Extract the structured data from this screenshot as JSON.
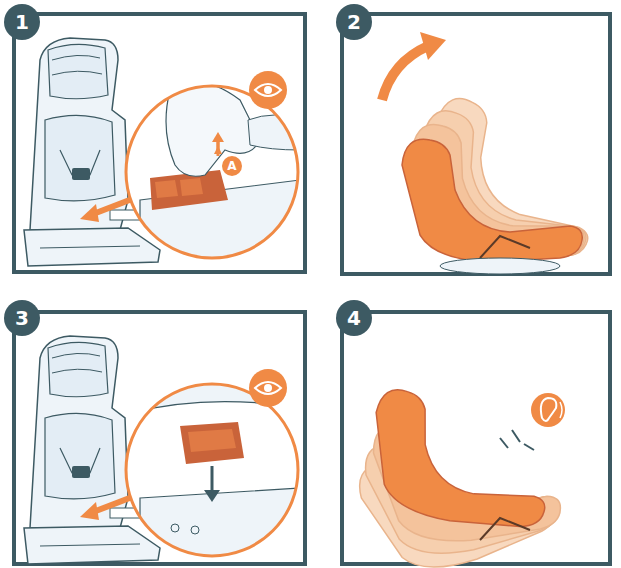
{
  "diagram": {
    "nodes": [
      {
        "text": [
          "1"
        ]
      },
      {
        "text": [
          "A"
        ]
      },
      {
        "text": [
          "2"
        ]
      },
      {
        "text": [
          "3"
        ]
      },
      {
        "text": [
          "4"
        ]
      }
    ]
  }
}
